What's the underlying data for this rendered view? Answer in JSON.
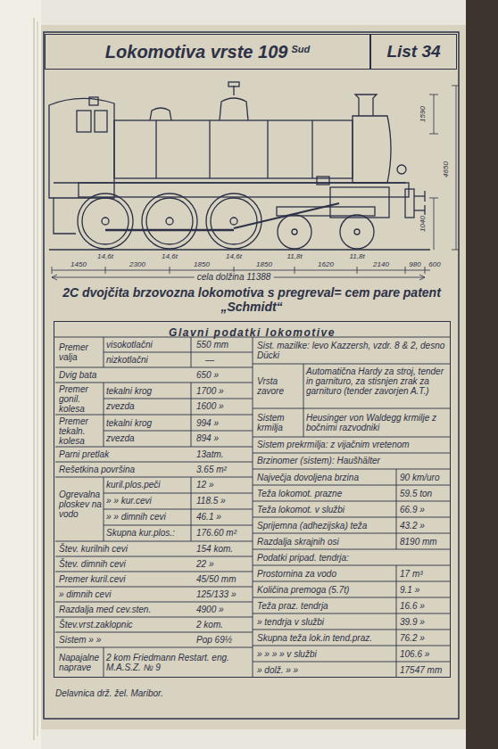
{
  "diagram": {
    "nodes": [
      {
        "text": [
          "Lokomotiva vrste 109",
          "Sud"
        ]
      },
      {
        "text": [
          "List 34"
        ]
      },
      {
        "text": [
          "Glavni podatki lokomotive"
        ]
      }
    ],
    "labels": [
      "1590",
      "4650",
      "1040",
      "14,6t",
      "14,6t",
      "14,6t",
      "11,8t",
      "11,8t",
      "1450",
      "2300",
      "1850",
      "1850",
      "1620",
      "2140",
      "980",
      "600",
      "cela dolžina 11388",
      "2C dvojčita brzovozna lokomotiva s pregreval= cem pare patent „Schmidt“",
      "Premer valja",
      "visokotlačni",
      "550 mm",
      "nizkotlačni",
      "—",
      "Dvig bata",
      "650 »",
      "Premer gonil. kolesa",
      "tekalni krog",
      "1700 »",
      "zvezda",
      "1600 »",
      "Premer tekaln. kolesa",
      "tekalni krog",
      "994 »",
      "zvezda",
      "894 »",
      "Parni pretlak",
      "13atm.",
      "Rešetkina površina",
      "3.65 m²",
      "Ogrevalna ploskev na vodo",
      "kuril.plos.peči",
      "12 »",
      "» » kur.cevi",
      "118.5 »",
      "» » dimnih cevi",
      "46.1 »",
      "Skupna kur.plos.:",
      "176.60 m²",
      "Štev. kurilnih cevi",
      "154 kom.",
      "Štev. dimnih cevi",
      "22 »",
      "Premer kuril.cevi",
      "45/50 mm",
      "» dimnih cevi",
      "125/133 »",
      "Razdalja med cev.sten.",
      "4900 »",
      "Štev.vrst.zaklopnic",
      "2 kom.",
      "Sistem » »",
      "Pop 69½",
      "Napajalne naprave",
      "2 kom Friedmann Restart. eng. M.A.S.Z. № 9",
      "Sist. mazilke: levo Kazzersh, vzdr. 8 & 2, desno Dücki",
      "Vrsta zavore",
      "Automatična Hardy za stroj, tender in garnituro, za stisnjen zrak za garnituro (tender zavorjen A.T.)",
      "Sistem krmilja",
      "Heusinger von Waldegg krmilje z bočnimi razvodniki",
      "Sistem prekrmilja: z vijačnim vretenom",
      "Brzinomer (sistem): Haušhälter",
      "Največja dovoljena brzina",
      "90 km/uro",
      "Teža lokomot. prazne",
      "59.5 ton",
      "Teža lokomot. v službi",
      "66.9 »",
      "Sprijemna (adhezijska) teža",
      "43.2 »",
      "Razdalja skrajnih osi",
      "8190 mm",
      "Podatki pripad. tendrja:",
      "Prostornina za vodo",
      "17 m³",
      "Količina premoga (5.7t)",
      "9.1 »",
      "Teža praz. tendrja",
      "16.6 »",
      "» tendrja v službi",
      "39.9 »",
      "Skupna teža lok.in tend.praz.",
      "76.2 »",
      "» » » » v službi",
      "106.6 »",
      "» dolž. » »",
      "17547 mm",
      "Delavnica drž. žel. Maribor."
    ]
  }
}
